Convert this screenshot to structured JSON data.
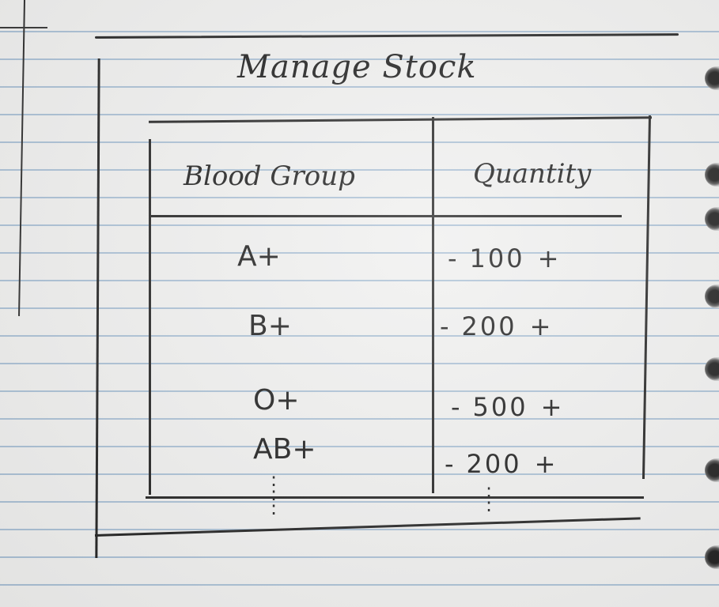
{
  "title": "Manage Stock",
  "table": {
    "headers": {
      "blood_group": "Blood Group",
      "quantity": "Quantity"
    },
    "rows": [
      {
        "blood_group": "A+",
        "quantity": "100",
        "decrement": "-",
        "increment": "+"
      },
      {
        "blood_group": "B+",
        "quantity": "200",
        "decrement": "-",
        "increment": "+"
      },
      {
        "blood_group": "O+",
        "quantity": "500",
        "decrement": "-",
        "increment": "+"
      },
      {
        "blood_group": "AB+",
        "quantity": "200",
        "decrement": "-",
        "increment": "+"
      }
    ],
    "continuation": ":"
  }
}
